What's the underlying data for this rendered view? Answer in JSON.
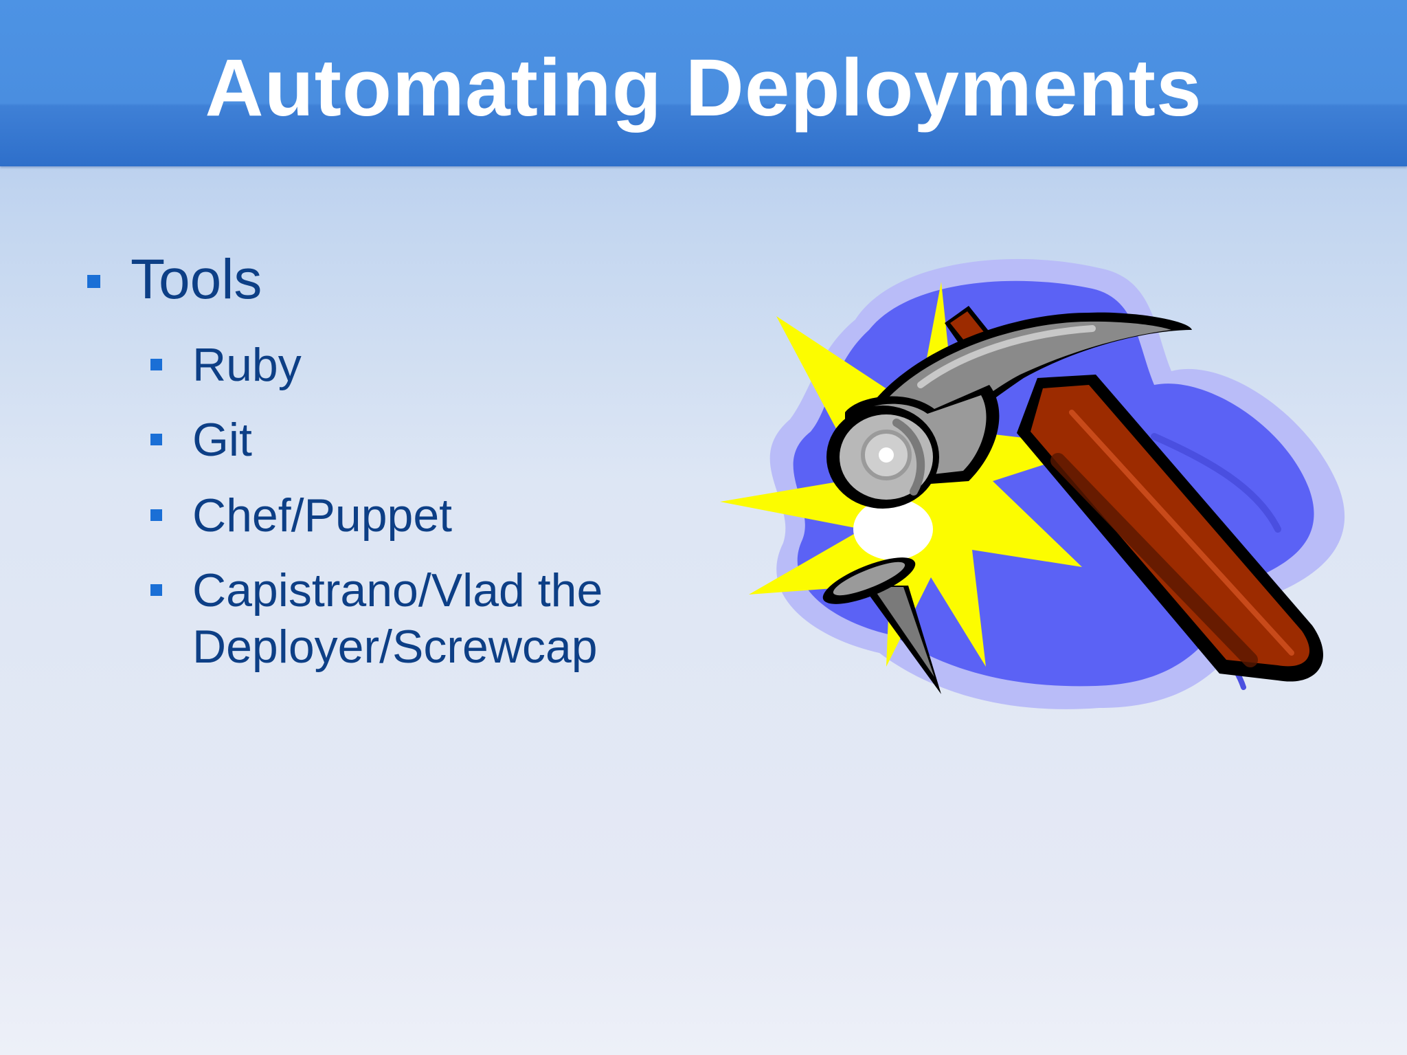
{
  "slide": {
    "title": "Automating Deployments",
    "bullets": {
      "heading": "Tools",
      "items": [
        "Ruby",
        "Git",
        "Chef/Puppet",
        "Capistrano/Vlad the Deployer/Screwcap"
      ]
    },
    "illustration": {
      "icon": "hammer-hitting-nail-clipart",
      "colors": {
        "splash": "#5b62f5",
        "splash_halo": "#b9bcf8",
        "burst": "#fcfc00",
        "handle": "#9c2b00",
        "head": "#8a8a8a",
        "outline": "#000000"
      }
    },
    "colors": {
      "title_bar": "#4a8ee0",
      "title_text": "#ffffff",
      "body_text": "#0d3f86",
      "bullet": "#1a6fd6"
    }
  }
}
